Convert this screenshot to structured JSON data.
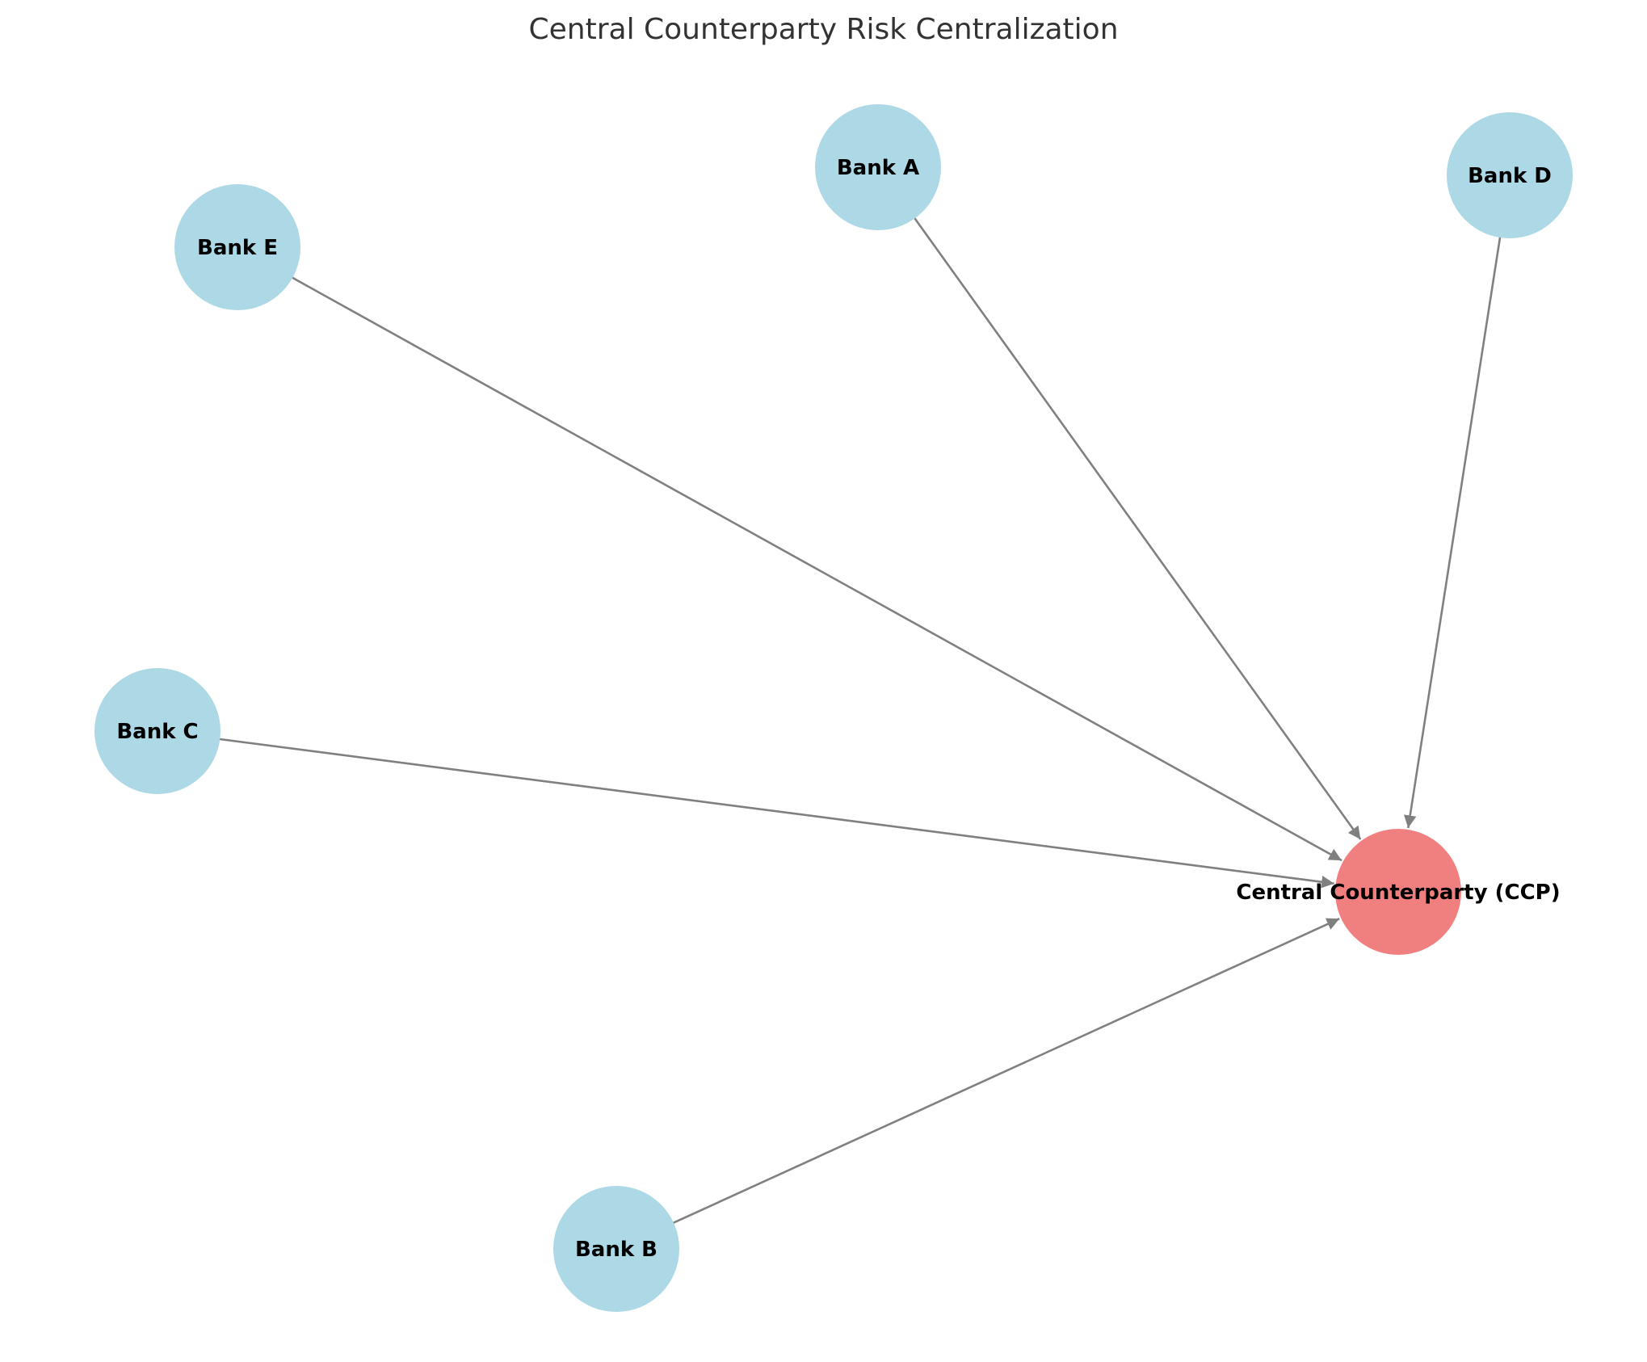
{
  "title": "Central Counterparty Risk Centralization",
  "colors": {
    "bank_node": "#ADD8E6",
    "ccp_node": "#F08080",
    "edge": "#808080",
    "label": "#000000",
    "title": "#333333"
  },
  "nodes": [
    {
      "id": "bank-a",
      "label": "Bank A",
      "kind": "bank"
    },
    {
      "id": "bank-b",
      "label": "Bank B",
      "kind": "bank"
    },
    {
      "id": "bank-c",
      "label": "Bank C",
      "kind": "bank"
    },
    {
      "id": "bank-d",
      "label": "Bank D",
      "kind": "bank"
    },
    {
      "id": "bank-e",
      "label": "Bank E",
      "kind": "bank"
    },
    {
      "id": "ccp",
      "label": "Central Counterparty (CCP)",
      "kind": "ccp"
    }
  ],
  "edges": [
    {
      "from": "bank-a",
      "to": "ccp"
    },
    {
      "from": "bank-b",
      "to": "ccp"
    },
    {
      "from": "bank-c",
      "to": "ccp"
    },
    {
      "from": "bank-d",
      "to": "ccp"
    },
    {
      "from": "bank-e",
      "to": "ccp"
    }
  ]
}
